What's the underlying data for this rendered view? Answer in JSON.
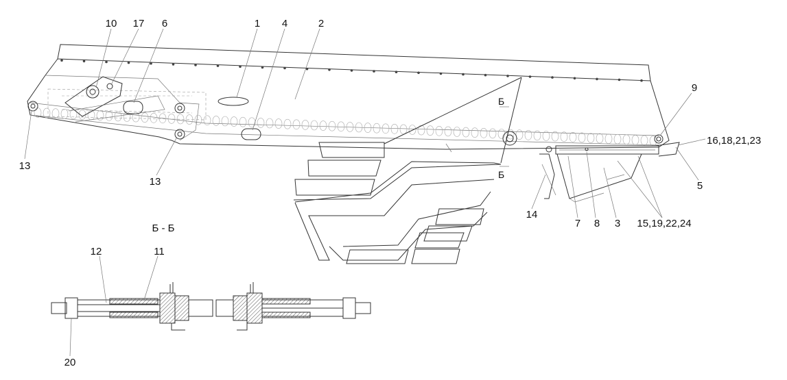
{
  "callouts": {
    "c1": "1",
    "c2": "2",
    "c3": "3",
    "c4": "4",
    "c5": "5",
    "c6": "6",
    "c7": "7",
    "c8": "8",
    "c9": "9",
    "c10": "10",
    "c11": "11",
    "c12": "12",
    "c13a": "13",
    "c13b": "13",
    "c14": "14",
    "c16": "16,18,21,23",
    "c15": "15,19,22,24",
    "c17": "17",
    "c20": "20"
  },
  "section": {
    "title": "Б - Б",
    "marker_top": "Б",
    "marker_bottom": "Б"
  },
  "colors": {
    "line": "#333333",
    "hatch": "#555555",
    "background": "#ffffff"
  }
}
